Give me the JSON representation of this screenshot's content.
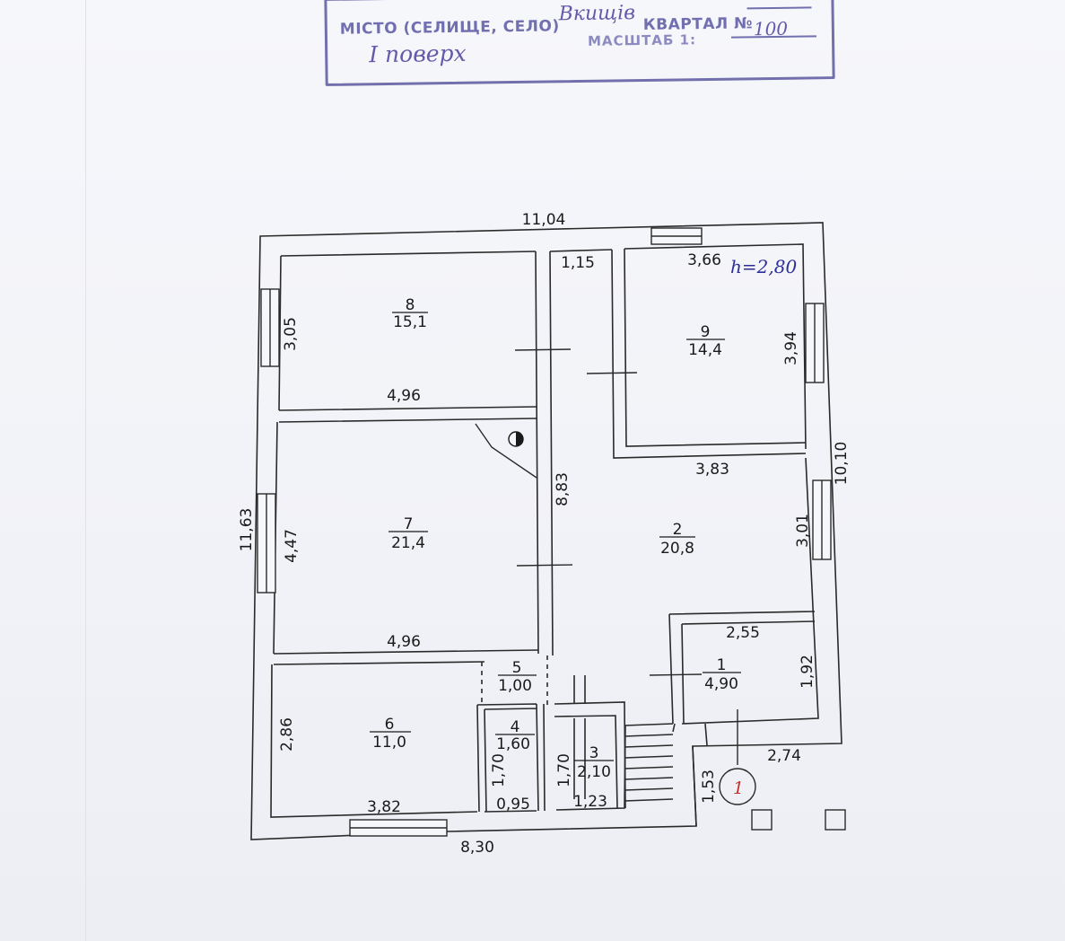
{
  "stamp": {
    "printed_line": "МІСТО (СЕЛИЩЕ, СЕЛО)",
    "village_handwritten": "Вкищів",
    "quarter_label": "КВАРТАЛ №",
    "scale_label": "МАСШТАБ 1:",
    "scale_value": "100",
    "floor_handwritten": "І поверх"
  },
  "ceiling_height": "h=2,80",
  "rooms": [
    {
      "number": "8",
      "area": "15,1"
    },
    {
      "number": "9",
      "area": "14,4"
    },
    {
      "number": "7",
      "area": "21,4"
    },
    {
      "number": "2",
      "area": "20,8"
    },
    {
      "number": "1",
      "area": "4,90"
    },
    {
      "number": "5",
      "area": "1,00"
    },
    {
      "number": "4",
      "area": "1,60"
    },
    {
      "number": "3",
      "area": "2,10"
    },
    {
      "number": "6",
      "area": "11,0"
    }
  ],
  "dimensions": {
    "top_total": "11,04",
    "corridor_top": "1,15",
    "room9_width": "3,66",
    "room8_height": "3,05",
    "room8_width": "4,96",
    "room9_height": "3,94",
    "room9_bottom": "3,83",
    "right_total": "10,10",
    "inner_wall": "8,83",
    "left_total": "11,63",
    "room7_height": "4,47",
    "room2_height": "3,01",
    "room7_width": "4,96",
    "room1_width": "2,55",
    "room1_height": "1,92",
    "porch_width": "2,74",
    "room6_height": "2,86",
    "room4_height": "1,70",
    "room3_height": "1,70",
    "porch_height": "1,53",
    "room6_width": "3,82",
    "room4_width": "0,95",
    "room3_width": "1,23",
    "bottom_total": "8,30"
  },
  "entrance_marker": "1"
}
